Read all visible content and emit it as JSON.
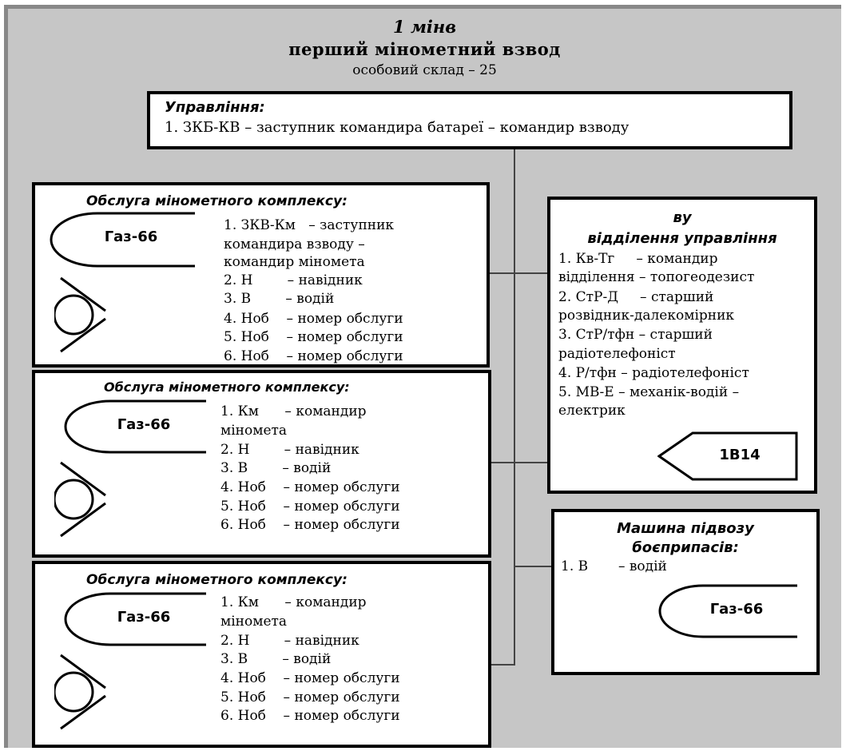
{
  "header": {
    "unit_number": "1 мінв",
    "unit_name": "перший мінометний взвод",
    "personnel": "особовий склад – 25"
  },
  "command": {
    "title": "Управління:",
    "line": "1. ЗКБ-КВ – заступник командира батареї – командир взводу"
  },
  "crews": [
    {
      "title": "Обслуга мінометного комплексу:",
      "vehicle": "Газ-66",
      "lines": [
        "1. ЗКВ-Км   – заступник",
        "командира взводу –",
        "командир мінометa",
        "2. Н        – навідник",
        "3. В        – водій",
        "4. Ноб    – номер обслуги",
        "5. Ноб    – номер обслуги",
        "6. Ноб    – номер обслуги"
      ]
    },
    {
      "title": "Обслуга мінометного комплексу:",
      "vehicle": "Газ-66",
      "lines": [
        "1. Км      – командир",
        "мінометa",
        "2. Н        – навідник",
        "3. В        – водій",
        "4. Ноб    – номер обслуги",
        "5. Ноб    – номер обслуги",
        "6. Ноб    – номер обслуги"
      ]
    },
    {
      "title": "Обслуга мінометного комплексу:",
      "vehicle": "Газ-66",
      "lines": [
        "1. Км      – командир",
        "мінометa",
        "2. Н        – навідник",
        "3. В        – водій",
        "4. Ноб    – номер обслуги",
        "5. Ноб    – номер обслуги",
        "6. Ноб    – номер обслуги"
      ]
    }
  ],
  "control_section": {
    "title_line1": "ву",
    "title_line2": "відділення управління",
    "lines": [
      "1. Кв-Тг     – командир",
      "відділення – топогеодезист",
      "2. СтР-Д     – старший",
      "розвідник-далекомірник",
      "3. СтР/тфн – старший",
      "радіотелефоніст",
      "4. Р/тфн – радіотелефоніст",
      "5. МВ-Е – механік-водій –",
      "електрик"
    ],
    "vehicle": "1В14"
  },
  "ammo_vehicle": {
    "title_line1": "Машина підвозу",
    "title_line2": "боєприпасів:",
    "line": "1. В       – водій",
    "vehicle": "Газ-66"
  }
}
